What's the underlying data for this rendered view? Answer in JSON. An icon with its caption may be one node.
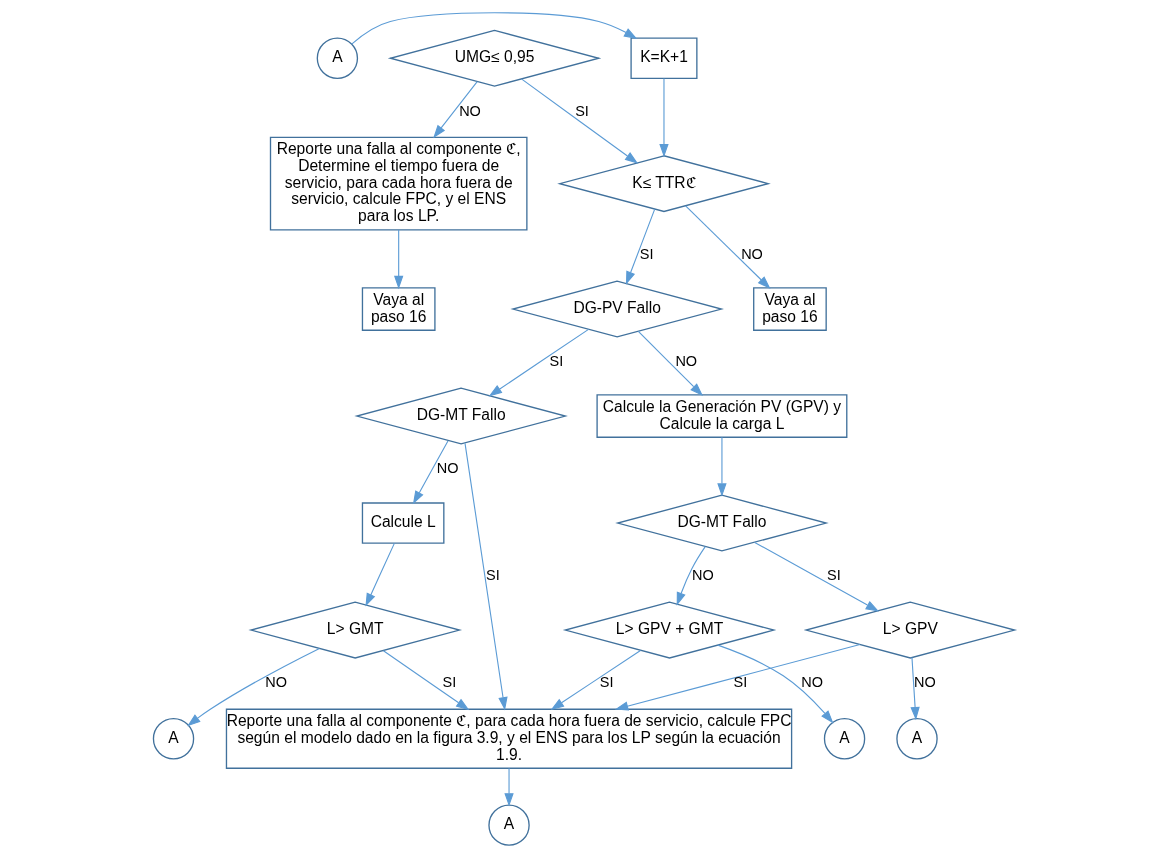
{
  "diagram": {
    "nodes": [
      {
        "text": [
          "UMG≤ 0,95"
        ]
      },
      {
        "text": [
          "A"
        ]
      },
      {
        "text": [
          "K=K+1"
        ]
      },
      {
        "text": [
          "Reporte una falla al componente ℭ, Determine el tiempo fuera de servicio, para cada hora fuera de servicio, calcule FPC, y el ENS para los LP."
        ]
      },
      {
        "text": [
          "K≤ TTRℭ"
        ]
      },
      {
        "text": [
          "Vaya al paso 16"
        ]
      },
      {
        "text": [
          "DG-PV Fallo"
        ]
      },
      {
        "text": [
          "DG-MT Fallo"
        ]
      },
      {
        "text": [
          "Calcule L"
        ]
      },
      {
        "text": [
          "Calcule la Generación PV (GPV) y Calcule la carga L"
        ]
      },
      {
        "text": [
          "Vaya al paso 16"
        ]
      },
      {
        "text": [
          "L> GMT"
        ]
      },
      {
        "text": [
          "DG-MT Fallo"
        ]
      },
      {
        "text": [
          "A"
        ]
      },
      {
        "text": [
          "L> GPV + GMT"
        ]
      },
      {
        "text": [
          "L> GPV"
        ]
      },
      {
        "text": [
          "A"
        ]
      },
      {
        "text": [
          "A"
        ]
      },
      {
        "text": [
          "Reporte una falla al componente ℭ, para cada hora fuera de servicio, calcule FPC según el modelo dado en la figura 3.9, y el ENS para los LP según la ecuación 1.9."
        ]
      },
      {
        "text": [
          "A"
        ]
      }
    ],
    "edges": [
      {
        "from": 1,
        "to": 2,
        "arrow": "to"
      },
      {
        "from": 2,
        "to": 4,
        "arrow": "to"
      },
      {
        "from": 0,
        "to": 4,
        "arrow": "to",
        "label": "SI"
      },
      {
        "from": 0,
        "to": 3,
        "arrow": "to",
        "label": "NO"
      },
      {
        "from": 4,
        "to": 5,
        "arrow": "to",
        "label": "NO"
      },
      {
        "from": 4,
        "to": 6,
        "arrow": "to",
        "label": "SI"
      },
      {
        "from": 6,
        "to": 7,
        "arrow": "to",
        "label": "SI"
      },
      {
        "from": 6,
        "to": 9,
        "arrow": "to",
        "label": "NO"
      },
      {
        "from": 7,
        "to": 8,
        "arrow": "to",
        "label": "NO"
      },
      {
        "from": 7,
        "to": 18,
        "arrow": "to",
        "label": "SI"
      },
      {
        "from": 3,
        "to": 10,
        "arrow": "to"
      },
      {
        "from": 8,
        "to": 11,
        "arrow": "to"
      },
      {
        "from": 11,
        "to": 18,
        "arrow": "to",
        "label": "SI"
      },
      {
        "from": 11,
        "to": 13,
        "arrow": "to",
        "label": "NO"
      },
      {
        "from": 9,
        "to": 12,
        "arrow": "to"
      },
      {
        "from": 12,
        "to": 15,
        "arrow": "to",
        "label": "SI"
      },
      {
        "from": 12,
        "to": 14,
        "arrow": "to",
        "label": "NO"
      },
      {
        "from": 15,
        "to": 18,
        "arrow": "to",
        "label": "SI"
      },
      {
        "from": 15,
        "to": 17,
        "arrow": "to",
        "label": "NO"
      },
      {
        "from": 14,
        "to": 18,
        "arrow": "to",
        "label": "SI"
      },
      {
        "from": 14,
        "to": 16,
        "arrow": "to",
        "label": "NO"
      },
      {
        "from": 18,
        "to": 19,
        "arrow": "to"
      }
    ]
  }
}
